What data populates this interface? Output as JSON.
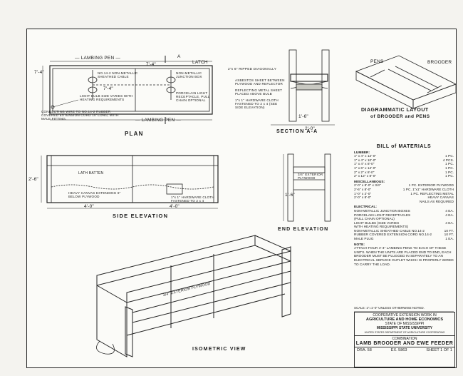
{
  "views": {
    "plan": "PLAN",
    "section_aa": "SECTION A-A",
    "side_elevation": "SIDE ELEVATION",
    "end_elevation": "END ELEVATION",
    "isometric": "ISOMETRIC VIEW",
    "diagrammatic_1": "DIAGRAMMATIC LAYOUT",
    "diagrammatic_2": "of BROODER and PENS"
  },
  "plan": {
    "lambing_pen_top": "— LAMBING PEN —",
    "lambing_pen_bottom": "— LAMBING PEN —",
    "dim_top": "7'-4\"",
    "dim_mid": "7'-4\"",
    "dim_left": "7'-4\"",
    "latch": "LATCH",
    "section_a": "A",
    "note_cable": "NO.14-2 NON-METALLIC SHEATHED CABLE",
    "note_box": "NON-METALLIC JUNCTION BOX",
    "note_receptacle": "PORCELAIN LIGHT RECEPTACLE, PULL CHAIN OPTIONAL",
    "note_bulb": "LIGHT BULB SIZE VARIES WITH HEATING REQUIREMENTS",
    "note_wire": "CONNECTING WIRE TO NO.14-2 RUBBER COVERED EXTENSION CORD 10' LONG, WITH MALE FITTING."
  },
  "section": {
    "note_ripped": "2\"x 6\" RIPPED DIAGONALLY",
    "note_asbestos": "ASBESTOS SHEET BETWEEN PLYWOOD AND REFLECTOR",
    "note_reflect": "REFLECTING METAL SHEET PLACED ABOVE BULB",
    "note_cloth": "1\"x 1\" HARDWARE CLOTH FASTENED TO 2 x 4 (SEE SIDE ELEVATION)",
    "dim_a": "1'-6\"",
    "dim_b": "2'-0\"",
    "label_pens": "PENS",
    "label_brooder": "BROODER"
  },
  "elevation": {
    "lath": "LATH BATTEN",
    "canvas": "HEAVY CANVAS EXTENDING 6\" BELOW PLYWOOD",
    "cloth": "1\"x 1\" HARDWARE CLOTH FASTENED TO 2 x 4",
    "dim_left": "4'-0\"",
    "dim_right": "4'-0\"",
    "height": "2'-6\"",
    "end_ext": "3/4\" EXTERIOR PLYWOOD",
    "end_h": "1'-6\"",
    "iso_ply": "3/4\" EXTERIOR PLYWOOD"
  },
  "bom": {
    "title": "BILL of MATERIALS",
    "lumber_h": "LUMBER:",
    "lumber": [
      [
        "1\" x 4\" x 12'-0\"",
        "1 PC."
      ],
      [
        "1\" x 4\" x 10'-0\"",
        "4 PCS."
      ],
      [
        "1\" x 4\" x 8'-0\"",
        "1 PC."
      ],
      [
        "1\" x 6\" x 14'-0\"",
        "1 PC."
      ],
      [
        "2\" x 2\" x 8'-0\"",
        "1 PC."
      ],
      [
        "2\" x 12\" x 8'-0\"",
        "1 PC."
      ]
    ],
    "misc_h": "MISCELLANEOUS:",
    "misc": [
      [
        "2'-0\" x 8'-0\" x 3/4\"",
        "1 PC. EXTERIOR PLYWOOD"
      ],
      [
        "2'-6\" x 8'-0\"",
        "1 PC. 1\"x1\" HARDWARE CLOTH"
      ],
      [
        "1'-0\" x 2'-0\"",
        "1 PC. REFLECTING METAL"
      ],
      [
        "2'-0\" x 8'-0\"",
        "HEAVY CANVAS"
      ],
      [
        "",
        "NAILS AS REQUIRED"
      ]
    ],
    "elec_h": "ELECTRICAL:",
    "elec": [
      [
        "NON-METALLIC JUNCTION BOXES",
        "4 EA."
      ],
      [
        "PORCELAIN LIGHT RECEPTACLES",
        "4 EA."
      ],
      [
        "(PULL CHAIN OPTIONAL)",
        ""
      ],
      [
        "LIGHT BULBS (SIZE VARIES",
        "4 EA."
      ],
      [
        "WITH HEATING REQUIREMENTS)",
        ""
      ],
      [
        "NON-METALLIC SHEATHED CABLE NO.14-2",
        "10 FT."
      ],
      [
        "RUBBER COVERED EXTENSION CORD NO.14-2",
        "10 FT."
      ],
      [
        "MALE PLUG",
        "1 EA."
      ]
    ],
    "note_h": "NOTE:",
    "note": "ATTACH FOUR 4'-4\" LAMBING PENS TO EACH OF THESE UNITS. WHEN THE UNITS ARE PLACED END TO END, EACH BROODER MUST BE PLUGGED IN SEPARATELY TO AN ELECTRICAL SERVICE OUTLET WHICH IS PROPERLY WIRED TO CARRY THE LOAD."
  },
  "title_block": {
    "scale": "SCALE: 1\"=1'-0\" UNLESS OTHERWISE NOTED.",
    "l1": "COOPERATIVE EXTENSION WORK IN",
    "l2": "AGRICULTURE AND HOME ECONOMICS",
    "l3": "STATE OF MISSISSIPPI",
    "l4": "MISSISSIPPI STATE UNIVERSITY",
    "l5": "UNITED STATES DEPARTMENT OF AGRICULTURE COOPERATING",
    "combo": "COMBINATION",
    "name": "LAMB BROODER AND EWE FEEDER",
    "drawn": "DRA. 58",
    "ex": "EX. 5863",
    "sheet": "SHEET 1 OF 1"
  }
}
